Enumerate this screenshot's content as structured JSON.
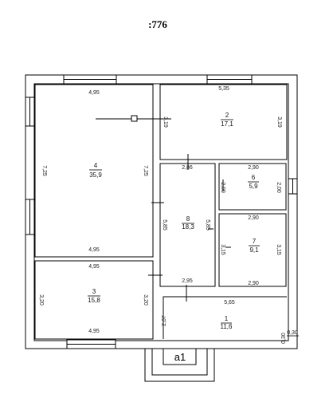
{
  "plan_title": ":776",
  "outer_width": "0,30",
  "porch_label": "а1",
  "rooms": [
    {
      "num": "1",
      "area": "11,6",
      "dims": [
        "5,65",
        "2,07"
      ]
    },
    {
      "num": "2",
      "area": "17,1",
      "dims": [
        "5,35",
        "3,19",
        "3,19"
      ]
    },
    {
      "num": "3",
      "area": "15,8",
      "dims": [
        "4,95",
        "3,20",
        "3,20",
        "4,95"
      ]
    },
    {
      "num": "4",
      "area": "35,9",
      "dims": [
        "4,95",
        "7,25",
        "7,25",
        "4,95"
      ]
    },
    {
      "num": "6",
      "area": "5,9",
      "dims": [
        "2,90",
        "2,00",
        "2,00"
      ]
    },
    {
      "num": "7",
      "area": "9,1",
      "dims": [
        "2,90",
        "3,15",
        "3,15",
        "2,90"
      ]
    },
    {
      "num": "8",
      "area": "18,3",
      "dims": [
        "2,86",
        "5,85",
        "5,85",
        "2,95"
      ]
    }
  ]
}
